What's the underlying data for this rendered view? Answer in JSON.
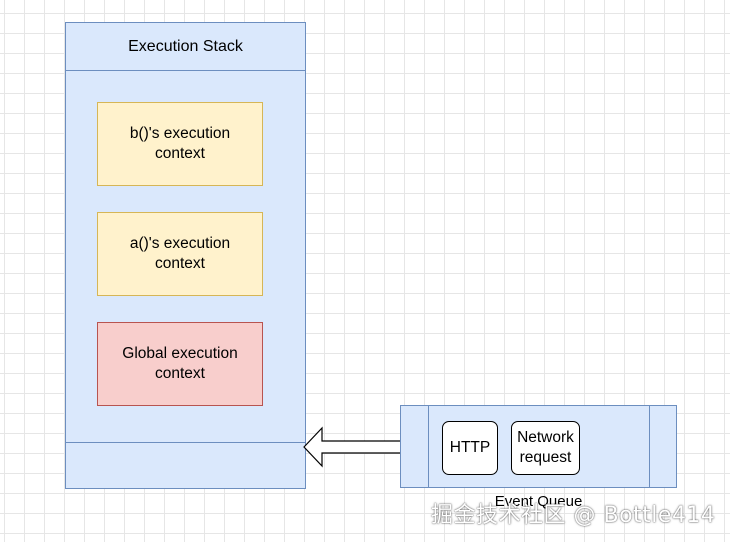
{
  "execution_stack": {
    "title": "Execution Stack",
    "contexts": [
      {
        "label": "b()'s execution context"
      },
      {
        "label": "a()'s execution context"
      },
      {
        "label": "Global execution context"
      }
    ]
  },
  "event_queue": {
    "label": "Event Queue",
    "items": [
      {
        "label": "HTTP"
      },
      {
        "label": "Network request"
      }
    ]
  },
  "watermark": "掘金技术社区 @ Bottle414",
  "colors": {
    "container_fill": "#dae8fc",
    "container_stroke": "#6c8ebf",
    "context_fill": "#fff2cc",
    "context_stroke": "#d6b656",
    "global_fill": "#f8cecc",
    "global_stroke": "#b85450"
  }
}
